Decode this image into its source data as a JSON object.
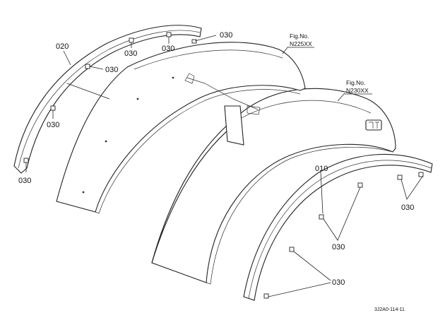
{
  "labels": {
    "part_020": "020",
    "part_010": "010",
    "bolt": "030"
  },
  "figure_refs": [
    {
      "title": "Fig.No.",
      "number": "N225XX"
    },
    {
      "title": "Fig.No.",
      "number": "N230XX"
    }
  ],
  "drawing_code": "3J2A0-114-11",
  "colors": {
    "line": "#222222",
    "background": "#ffffff"
  }
}
